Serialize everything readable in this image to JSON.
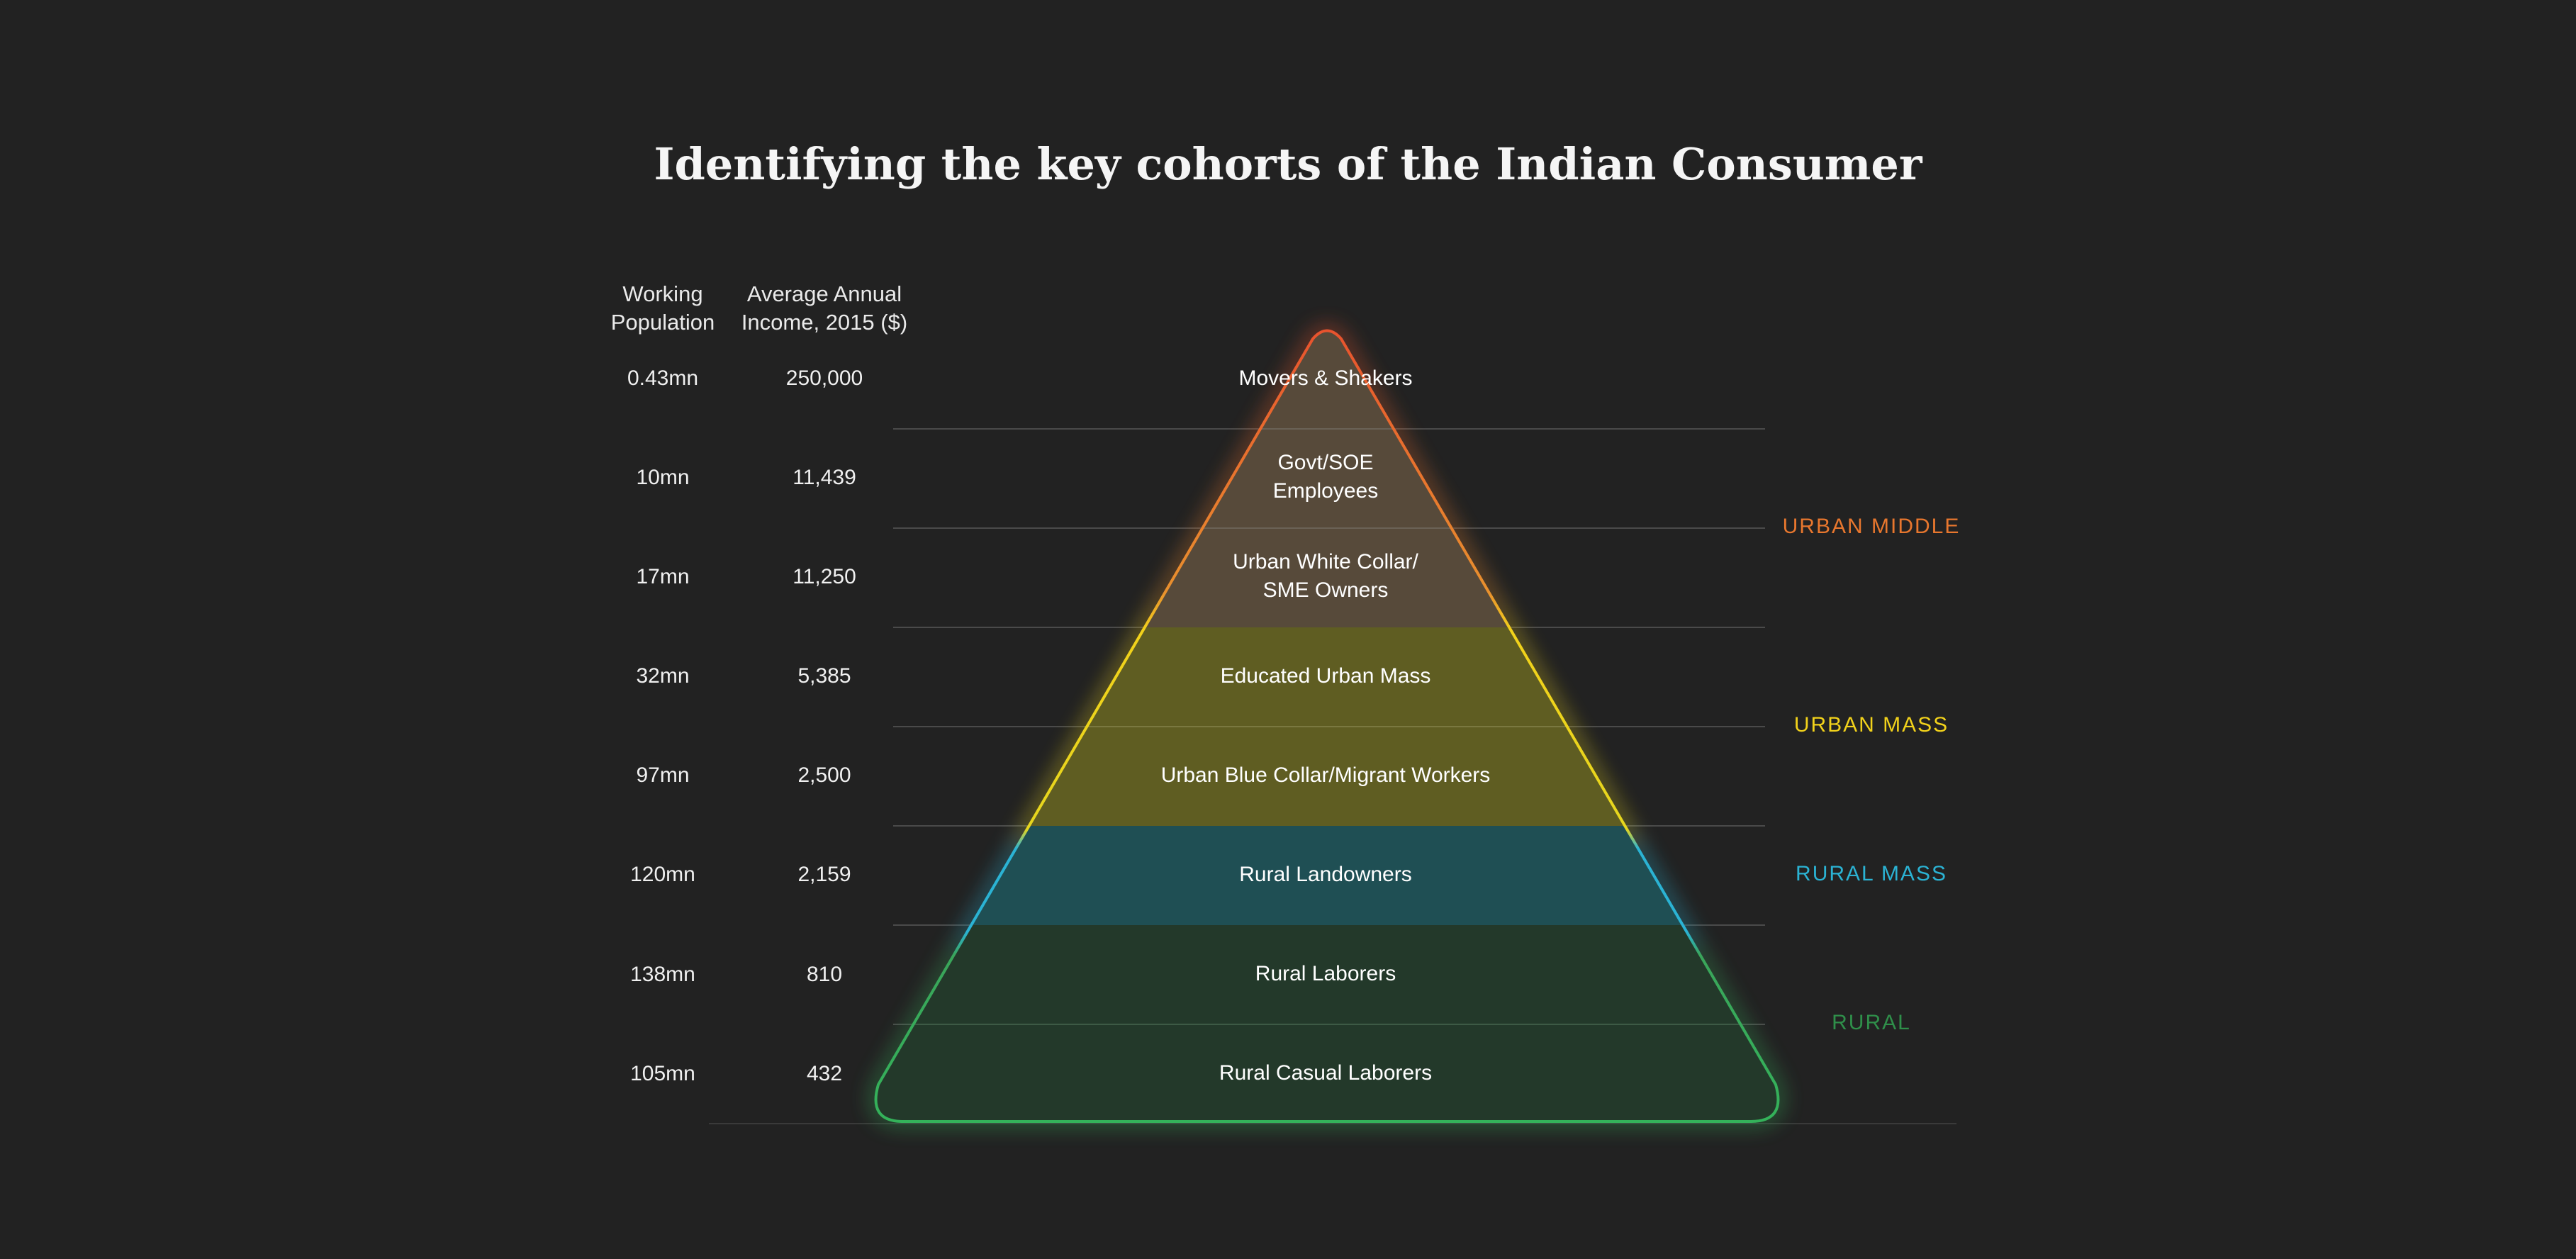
{
  "title": "Identifying the key cohorts of the Indian Consumer",
  "columns": {
    "population_line1": "Working",
    "population_line2": "Population",
    "income_line1": "Average Annual",
    "income_line2": "Income, 2015 ($)"
  },
  "rows": [
    {
      "population": "0.43mn",
      "income": "250,000",
      "label_line1": "Movers & Shakers",
      "label_line2": ""
    },
    {
      "population": "10mn",
      "income": "11,439",
      "label_line1": "Govt/SOE",
      "label_line2": "Employees"
    },
    {
      "population": "17mn",
      "income": "11,250",
      "label_line1": "Urban White Collar/",
      "label_line2": "SME Owners"
    },
    {
      "population": "32mn",
      "income": "5,385",
      "label_line1": "Educated Urban Mass",
      "label_line2": ""
    },
    {
      "population": "97mn",
      "income": "2,500",
      "label_line1": "Urban Blue Collar/Migrant Workers",
      "label_line2": ""
    },
    {
      "population": "120mn",
      "income": "2,159",
      "label_line1": "Rural Landowners",
      "label_line2": ""
    },
    {
      "population": "138mn",
      "income": "810",
      "label_line1": "Rural Laborers",
      "label_line2": ""
    },
    {
      "population": "105mn",
      "income": "432",
      "label_line1": "Rural Casual Laborers",
      "label_line2": ""
    }
  ],
  "groups": [
    {
      "name": "URBAN MIDDLE",
      "color": "#e8772e"
    },
    {
      "name": "URBAN MASS",
      "color": "#f2d21b"
    },
    {
      "name": "RURAL MASS",
      "color": "#2bb3d4"
    },
    {
      "name": "RURAL",
      "color": "#2f8f4a"
    }
  ],
  "colors": {
    "background": "#222222",
    "urban_middle_fill": "#574a3a",
    "urban_mass_fill": "#5f5d22",
    "rural_mass_fill": "#1f4f54",
    "rural_fill": "#23392a"
  }
}
